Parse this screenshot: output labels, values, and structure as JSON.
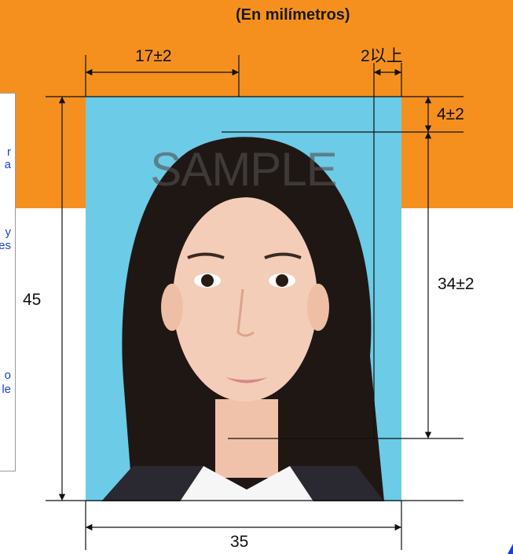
{
  "header": {
    "units_label": "(En milímetros)"
  },
  "dimensions": {
    "top_width": "17±2",
    "margin_right": "2以上",
    "top_margin": "4±2",
    "height": "45",
    "head_height": "34±2",
    "width": "35"
  },
  "photo": {
    "watermark": "SAMPLE"
  },
  "left_panel": {
    "fragments": [
      "r",
      "a",
      "y",
      "es",
      "o",
      "le"
    ]
  },
  "colors": {
    "orange": "#F5901E",
    "photo_background": "#6CCBE7",
    "link_blue": "#1a3fd6"
  }
}
